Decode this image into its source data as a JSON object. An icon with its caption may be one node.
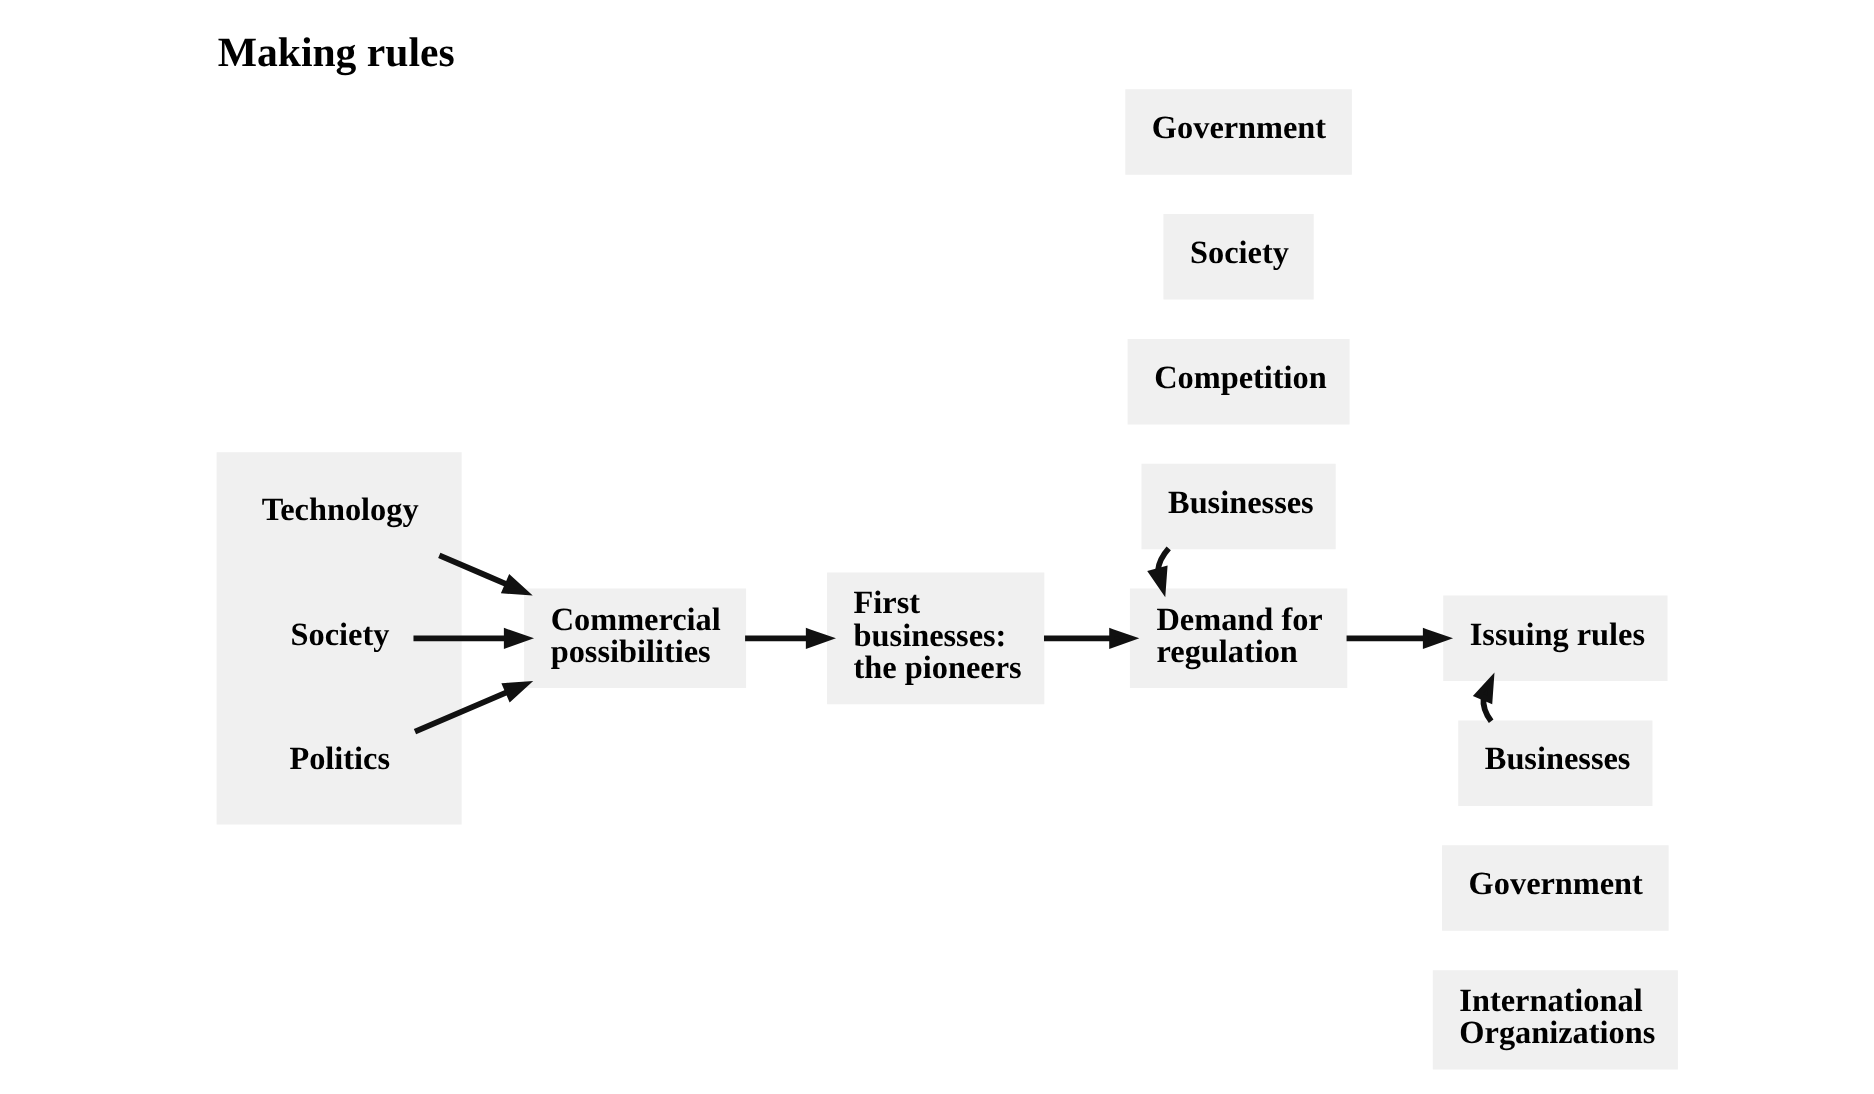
{
  "diagram": {
    "title": "Making rules",
    "nodes": [
      {
        "text": [],
        "shape": "box"
      },
      {
        "text": [
          "Technology"
        ],
        "in": 0
      },
      {
        "text": [
          "Society"
        ],
        "in": 0
      },
      {
        "text": [
          "Politics"
        ],
        "in": 0
      },
      {
        "text": [
          "Commercial possibilities"
        ]
      },
      {
        "text": [
          "First businesses: the pioneers"
        ]
      },
      {
        "text": [
          "Demand for regulation"
        ]
      },
      {
        "text": [
          "Issuing rules"
        ]
      },
      {
        "text": [
          "Government"
        ]
      },
      {
        "text": [
          "Society"
        ]
      },
      {
        "text": [
          "Competition"
        ]
      },
      {
        "text": [
          "Businesses"
        ]
      },
      {
        "text": [
          "Businesses"
        ]
      },
      {
        "text": [
          "Government"
        ]
      },
      {
        "text": [
          "International Organizations"
        ]
      }
    ],
    "edges": [
      {
        "from": 1,
        "to": 4,
        "arrow": "to"
      },
      {
        "from": 2,
        "to": 4,
        "arrow": "to"
      },
      {
        "from": 3,
        "to": 4,
        "arrow": "to"
      },
      {
        "from": 4,
        "to": 5,
        "arrow": "to"
      },
      {
        "from": 5,
        "to": 6,
        "arrow": "to"
      },
      {
        "from": 6,
        "to": 7,
        "arrow": "to"
      },
      {
        "from": 11,
        "to": 6,
        "arrow": "to"
      },
      {
        "from": 12,
        "to": 7,
        "arrow": "to"
      }
    ]
  }
}
